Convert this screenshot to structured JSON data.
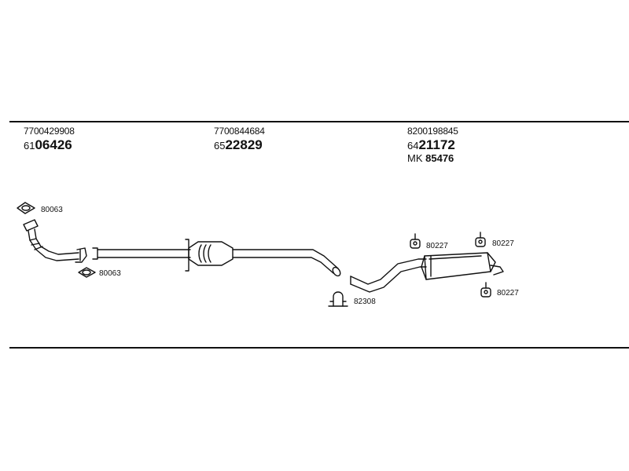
{
  "parts": [
    {
      "oe_number": "7700429908",
      "prefix": "61",
      "number": "06426"
    },
    {
      "oe_number": "7700844684",
      "prefix": "65",
      "number": "22829"
    },
    {
      "oe_number": "8200198845",
      "prefix": "64",
      "number": "21172",
      "mk_prefix": "MK",
      "mk_number": "85476"
    }
  ],
  "callouts": {
    "gasket_top": "80063",
    "gasket_bottom": "80063",
    "clamp": "82308",
    "hanger_left": "80227",
    "hanger_right": "80227",
    "hanger_bottom": "80227"
  }
}
